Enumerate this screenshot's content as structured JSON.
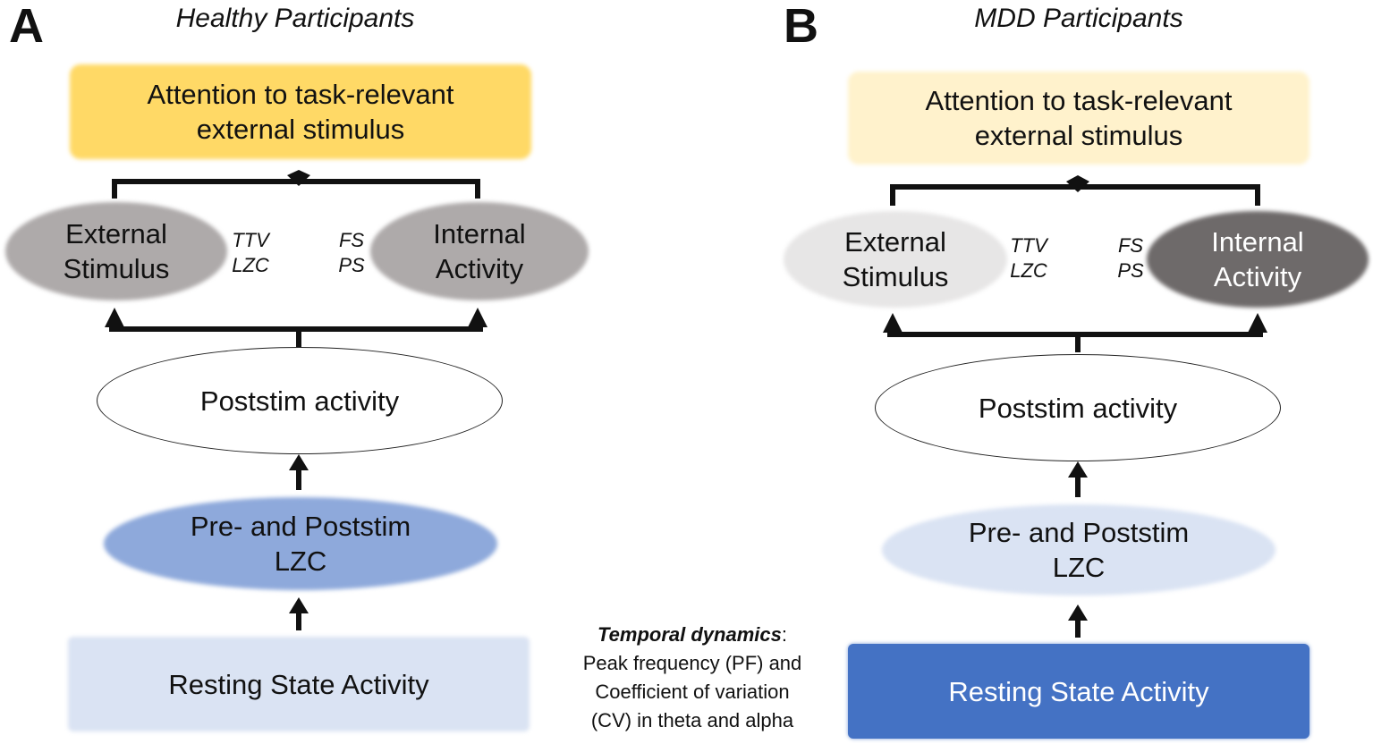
{
  "panel_a": {
    "letter": "A",
    "title": "Healthy Participants",
    "attention": [
      "Attention to task-relevant",
      "external stimulus"
    ],
    "external": [
      "External",
      "Stimulus"
    ],
    "metrics_left": [
      "TTV",
      "LZC"
    ],
    "metrics_right": [
      "FS",
      "PS"
    ],
    "internal": [
      "Internal",
      "Activity"
    ],
    "poststim": "Poststim activity",
    "lzc": [
      "Pre- and Poststim",
      "LZC"
    ],
    "resting": "Resting State Activity"
  },
  "panel_b": {
    "letter": "B",
    "title": "MDD Participants",
    "attention": [
      "Attention to task-relevant",
      "external stimulus"
    ],
    "external": [
      "External",
      "Stimulus"
    ],
    "metrics_left": [
      "TTV",
      "LZC"
    ],
    "metrics_right": [
      "FS",
      "PS"
    ],
    "internal": [
      "Internal",
      "Activity"
    ],
    "poststim": "Poststim activity",
    "lzc": [
      "Pre- and Poststim",
      "LZC"
    ],
    "resting": "Resting State Activity"
  },
  "note": {
    "heading": "Temporal dynamics",
    "heading_suffix": ":",
    "lines": [
      "Peak frequency (PF) and",
      "Coefficient of variation",
      "(CV) in theta and alpha"
    ]
  },
  "colors": {
    "attention_healthy": "#FFD966",
    "attention_mdd": "#FFF2CC",
    "ellipse_grey": "#AEAAAA",
    "ellipse_light_grey": "#E7E6E6",
    "ellipse_dark_grey": "#6E6A6A",
    "lzc_healthy": "#8EA9DB",
    "lzc_mdd": "#DAE3F3",
    "resting_healthy": "#DAE3F3",
    "resting_mdd": "#4472C4",
    "line": "#111111"
  }
}
